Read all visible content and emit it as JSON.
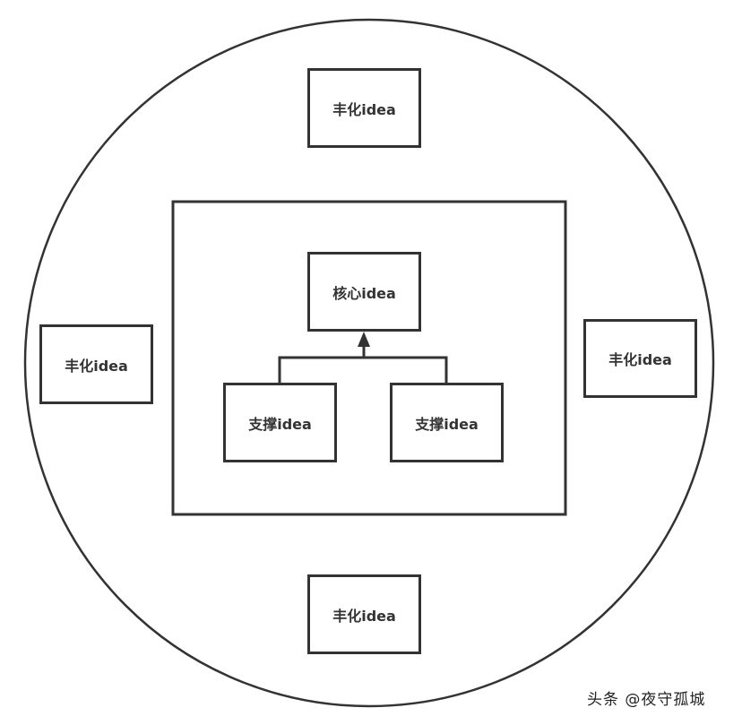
{
  "diagram": {
    "outer_circle": {
      "label": ""
    },
    "inner_frame": {
      "label": ""
    },
    "core": {
      "label": "核心idea"
    },
    "supports": [
      {
        "label": "支撑idea"
      },
      {
        "label": "支撑idea"
      }
    ],
    "enrich": {
      "top": {
        "label": "丰化idea"
      },
      "left": {
        "label": "丰化idea"
      },
      "right": {
        "label": "丰化idea"
      },
      "bottom": {
        "label": "丰化idea"
      }
    },
    "colors": {
      "stroke": "#333333",
      "background": "#ffffff"
    }
  },
  "watermark": {
    "text": "头条 @夜守孤城"
  }
}
